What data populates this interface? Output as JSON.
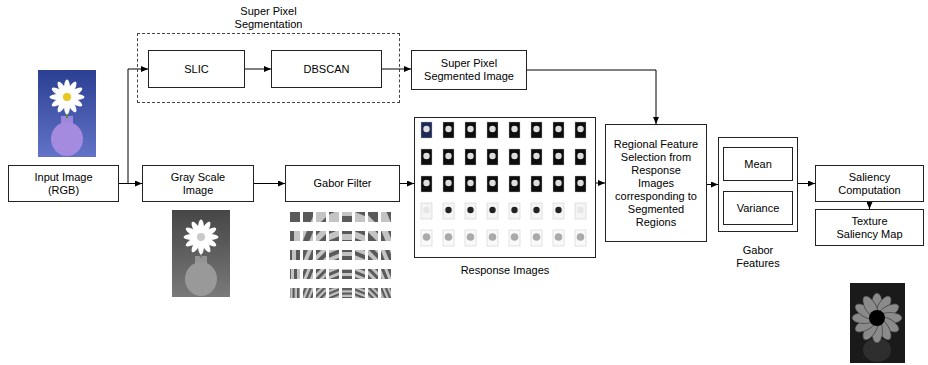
{
  "diagram": {
    "nodes": [
      {
        "text": [
          "Super Pixel Segmentation"
        ]
      },
      {
        "text": [
          "SLIC"
        ],
        "in": 0
      },
      {
        "text": [
          "DBSCAN"
        ],
        "in": 0
      },
      {
        "text": [
          "Super Pixel Segmented Image"
        ]
      },
      {
        "text": [
          "Input Image (RGB)"
        ]
      },
      {
        "text": [
          "Gray Scale Image"
        ]
      },
      {
        "text": [
          "Gabor Filter"
        ]
      },
      {
        "text": [
          "Response Images"
        ]
      },
      {
        "text": [
          "Regional Feature Selection from Response Images corresponding to Segmented Regions"
        ]
      },
      {
        "text": [
          "Gabor Features"
        ]
      },
      {
        "text": [
          "Mean"
        ],
        "in": 9
      },
      {
        "text": [
          "Variance"
        ],
        "in": 9
      },
      {
        "text": [
          "Saliency Computation"
        ]
      },
      {
        "text": [
          "Texture Saliency Map"
        ]
      }
    ],
    "edges": [
      {
        "from": 4,
        "to": 1,
        "arrow": "to"
      },
      {
        "from": 4,
        "to": 5,
        "arrow": "to"
      },
      {
        "from": 1,
        "to": 2,
        "arrow": "to"
      },
      {
        "from": 2,
        "to": 3,
        "arrow": "to"
      },
      {
        "from": 3,
        "to": 8,
        "arrow": "to"
      },
      {
        "from": 5,
        "to": 6,
        "arrow": "to"
      },
      {
        "from": 6,
        "to": 7,
        "arrow": "to"
      },
      {
        "from": 7,
        "to": 8,
        "arrow": "to"
      },
      {
        "from": 8,
        "to": 9,
        "arrow": "to"
      },
      {
        "from": 9,
        "to": 12,
        "arrow": "to"
      },
      {
        "from": 12,
        "to": 13,
        "arrow": "to"
      }
    ]
  }
}
